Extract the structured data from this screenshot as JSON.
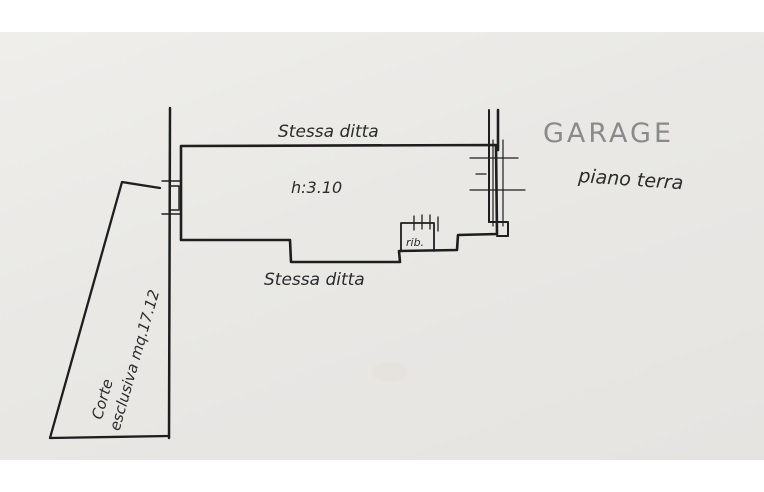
{
  "plan": {
    "label_top": "Stessa ditta",
    "label_bottom": "Stessa ditta",
    "height_label": "h:3.10",
    "storage_label": "rib.",
    "yard_label_line1": "Corte",
    "yard_label_line2": "esclusiva mq.17.12",
    "room_title": "GARAGE",
    "room_subtitle": "piano terra"
  },
  "colors": {
    "ink": "#1e1e1e",
    "pencil": "#8a8a8a",
    "paper": "#eceae7"
  }
}
